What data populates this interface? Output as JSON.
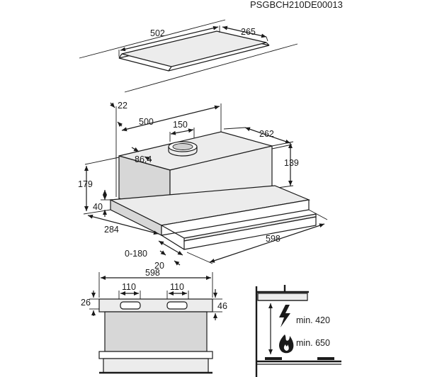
{
  "header": {
    "code": "PSGBCH210DE00013"
  },
  "cutout": {
    "width": "502",
    "depth": "265"
  },
  "hood_iso": {
    "top_offset": "22",
    "length": "500",
    "duct_diameter": "150",
    "depth": "262",
    "duct_setback": "86,4",
    "body_height": "139",
    "total_height": "179",
    "visor_height": "40",
    "drawer_depth": "284",
    "width": "598",
    "extension": "0-180",
    "front_offset": "20"
  },
  "front_view": {
    "width": "598",
    "opening_left": "110",
    "opening_right": "110",
    "left_height": "26",
    "right_height": "46"
  },
  "installation": {
    "electric_label": "min. 420",
    "gas_label": "min. 650"
  },
  "icons": [
    "lightning-icon",
    "flame-icon"
  ]
}
